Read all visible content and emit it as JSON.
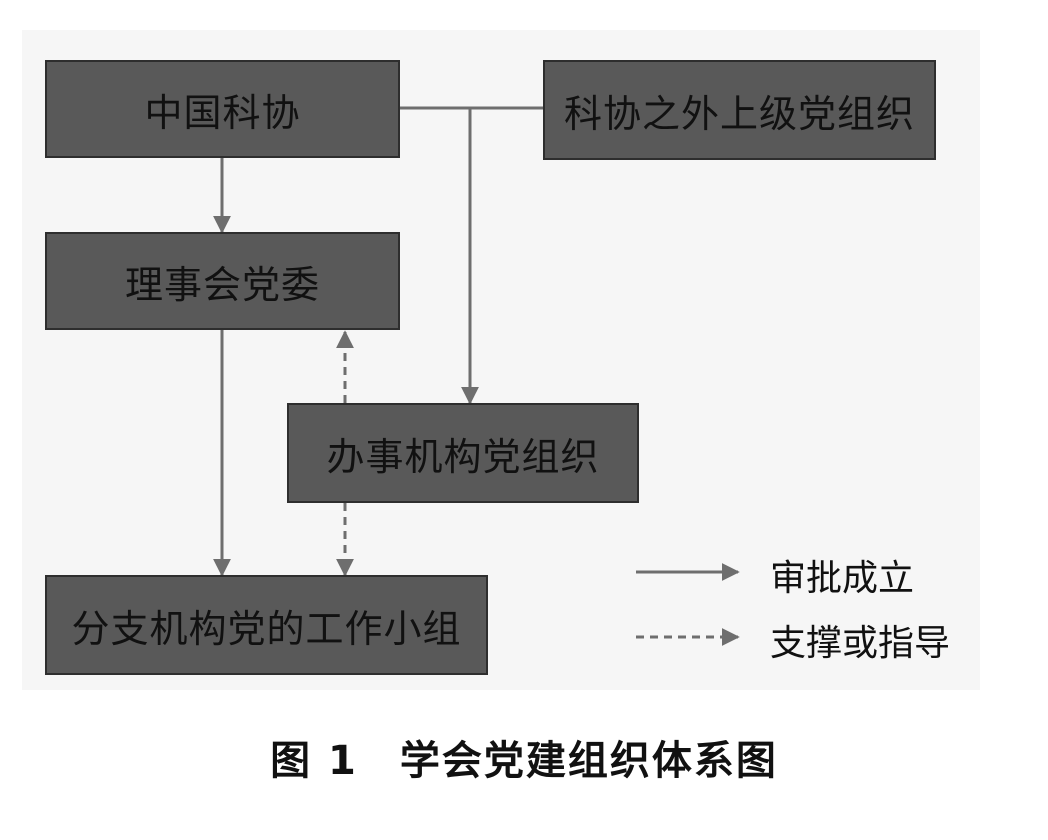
{
  "nodes": {
    "cast": "中国科协",
    "external_party": "科协之外上级党组织",
    "council_party_committee": "理事会党委",
    "office_party_org": "办事机构党组织",
    "branch_working_group": "分支机构党的工作小组"
  },
  "legend": {
    "solid_label": "审批成立",
    "dashed_label": "支撑或指导"
  },
  "caption": "图 1　学会党建组织体系图",
  "colors": {
    "box_fill": "#595959",
    "box_border": "#2e2e2e",
    "line": "#6e6e6e",
    "panel": "#f6f6f6"
  }
}
